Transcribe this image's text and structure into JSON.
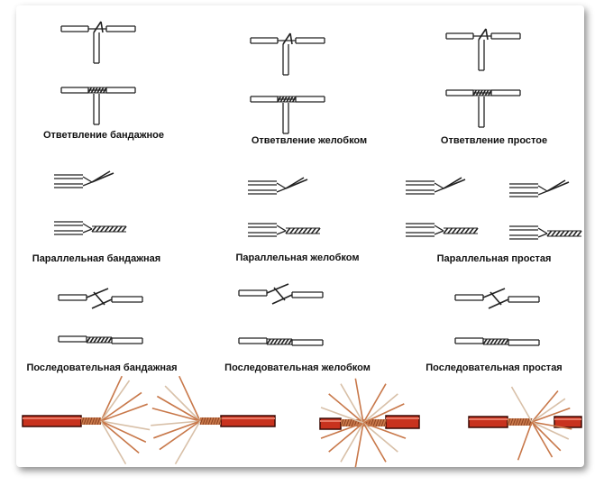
{
  "labels": {
    "branch_bandage": "Ответвление бандажное",
    "branch_groove": "Ответвление желобком",
    "branch_simple": "Ответвление простое",
    "parallel_bandage": "Параллельная бандажная",
    "parallel_groove": "Параллельная желобком",
    "parallel_simple": "Параллельная простая",
    "serial_bandage": "Последовательная бандажная",
    "serial_groove": "Последовательная желобком",
    "serial_simple": "Последовательная простая"
  },
  "colors": {
    "insulation": "#c8321e",
    "copper": "#c8784a",
    "line": "#222222"
  }
}
